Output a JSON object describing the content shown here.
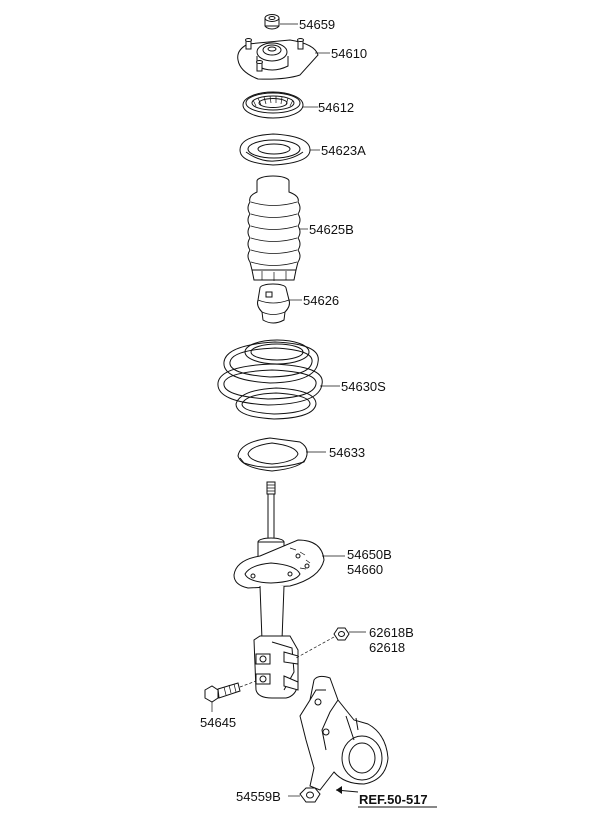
{
  "parts": {
    "p54659": "54659",
    "p54610": "54610",
    "p54612": "54612",
    "p54623A": "54623A",
    "p54625B": "54625B",
    "p54626": "54626",
    "p54630S": "54630S",
    "p54633": "54633",
    "p54650B": "54650B",
    "p54660": "54660",
    "p62618B": "62618B",
    "p62618": "62618",
    "p54645": "54645",
    "p54559B": "54559B"
  },
  "reference": "REF.50-517"
}
